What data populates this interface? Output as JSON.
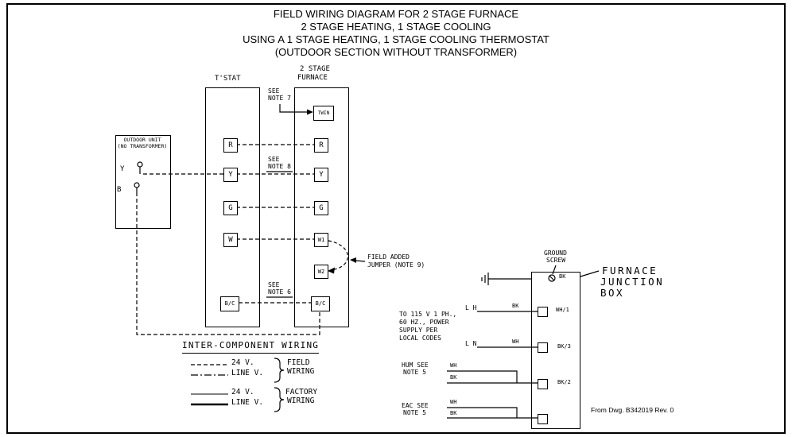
{
  "title": {
    "lines": [
      "FIELD WIRING DIAGRAM FOR 2 STAGE FURNACE",
      "2 STAGE HEATING, 1 STAGE COOLING",
      "USING A 1 STAGE HEATING, 1 STAGE COOLING THERMOSTAT",
      "(OUTDOOR SECTION WITHOUT TRANSFORMER)"
    ]
  },
  "outdoor_unit": {
    "name_line1": "OUTDOOR UNIT",
    "name_line2": "(NO TRANSFORMER)",
    "terminal_y": "Y",
    "terminal_b": "B"
  },
  "tstat": {
    "label": "T'STAT",
    "terminals": [
      "R",
      "Y",
      "G",
      "W",
      "B/C"
    ]
  },
  "furnace": {
    "label_line1": "2 STAGE",
    "label_line2": "FURNACE",
    "twin": "TWIN",
    "terminals": [
      "R",
      "Y",
      "G",
      "W1",
      "W2",
      "B/C"
    ]
  },
  "notes": {
    "note7_line1": "SEE",
    "note7_line2": "NOTE 7",
    "note8_line1": "SEE",
    "note8_line2": "NOTE 8",
    "note6_line1": "SEE",
    "note6_line2": "NOTE 6",
    "jumper_line1": "FIELD ADDED",
    "jumper_line2": "JUMPER (NOTE 9)"
  },
  "legend": {
    "title": "INTER-COMPONENT WIRING",
    "volt24_field": "24 V.",
    "linev_field": "LINE V.",
    "volt24_factory": "24 V.",
    "linev_factory": "LINE V.",
    "field_line1": "FIELD",
    "field_line2": "WIRING",
    "factory_line1": "FACTORY",
    "factory_line2": "WIRING"
  },
  "junction_box": {
    "ground_line1": "GROUND",
    "ground_line2": "SCREW",
    "title_line1": "FURNACE",
    "title_line2": "JUNCTION",
    "title_line3": "BOX",
    "bk_top": "BK",
    "terminal1": "WH/1",
    "terminal2": "BK/3",
    "terminal3": "BK/2",
    "power_line1": "TO 115 V 1 PH.,",
    "power_line2": "60 HZ., POWER",
    "power_line3": "SUPPLY PER",
    "power_line4": "LOCAL CODES",
    "lh": "L H",
    "lh_wire": "BK",
    "ln": "L N",
    "ln_wire": "WH",
    "hum_line1": "HUM SEE",
    "hum_line2": "NOTE 5",
    "hum_wh": "WH",
    "hum_bk": "BK",
    "eac_line1": "EAC SEE",
    "eac_line2": "NOTE 5",
    "eac_wh": "WH",
    "eac_bk": "BK"
  },
  "footer": "From Dwg. B342019 Rev. 0"
}
